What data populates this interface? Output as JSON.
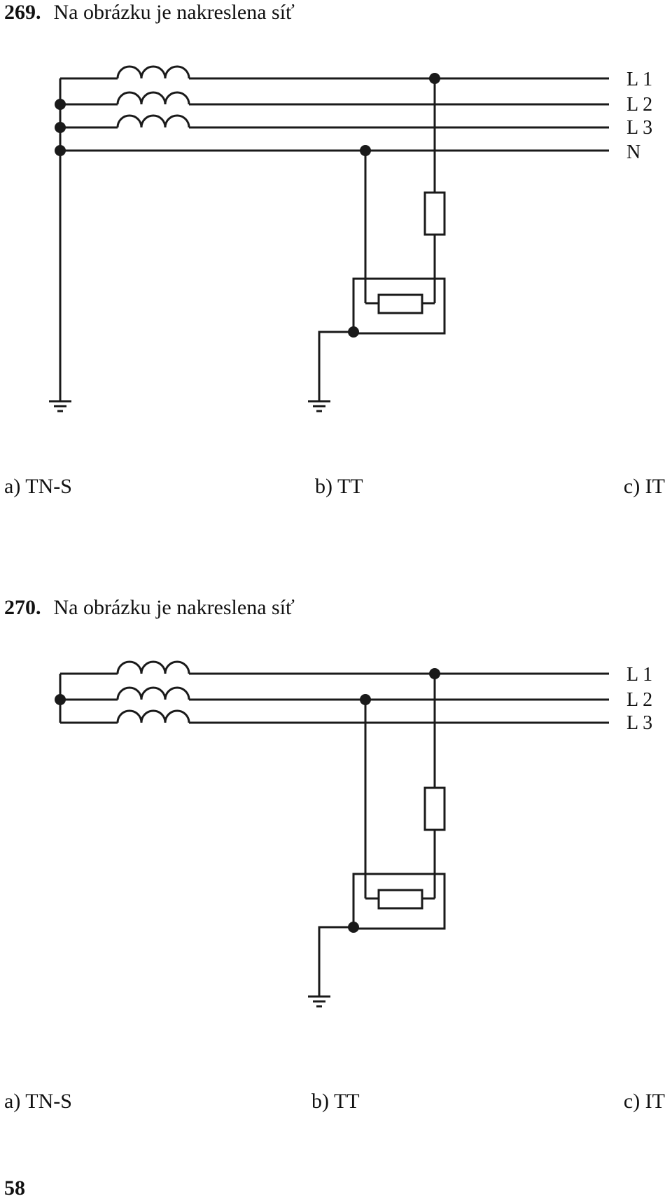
{
  "questions": [
    {
      "number": "269.",
      "text": "Na obrázku je nakreslena síť",
      "wire_labels": [
        "L 1",
        "L 2",
        "L 3",
        "N"
      ],
      "options": [
        "a) TN-S",
        "b) TT",
        "c) IT"
      ]
    },
    {
      "number": "270.",
      "text": "Na obrázku je nakreslena síť",
      "wire_labels": [
        "L 1",
        "L 2",
        "L 3"
      ],
      "options": [
        "a) TN-S",
        "b) TT",
        "c) IT"
      ]
    }
  ],
  "page_number": "58"
}
